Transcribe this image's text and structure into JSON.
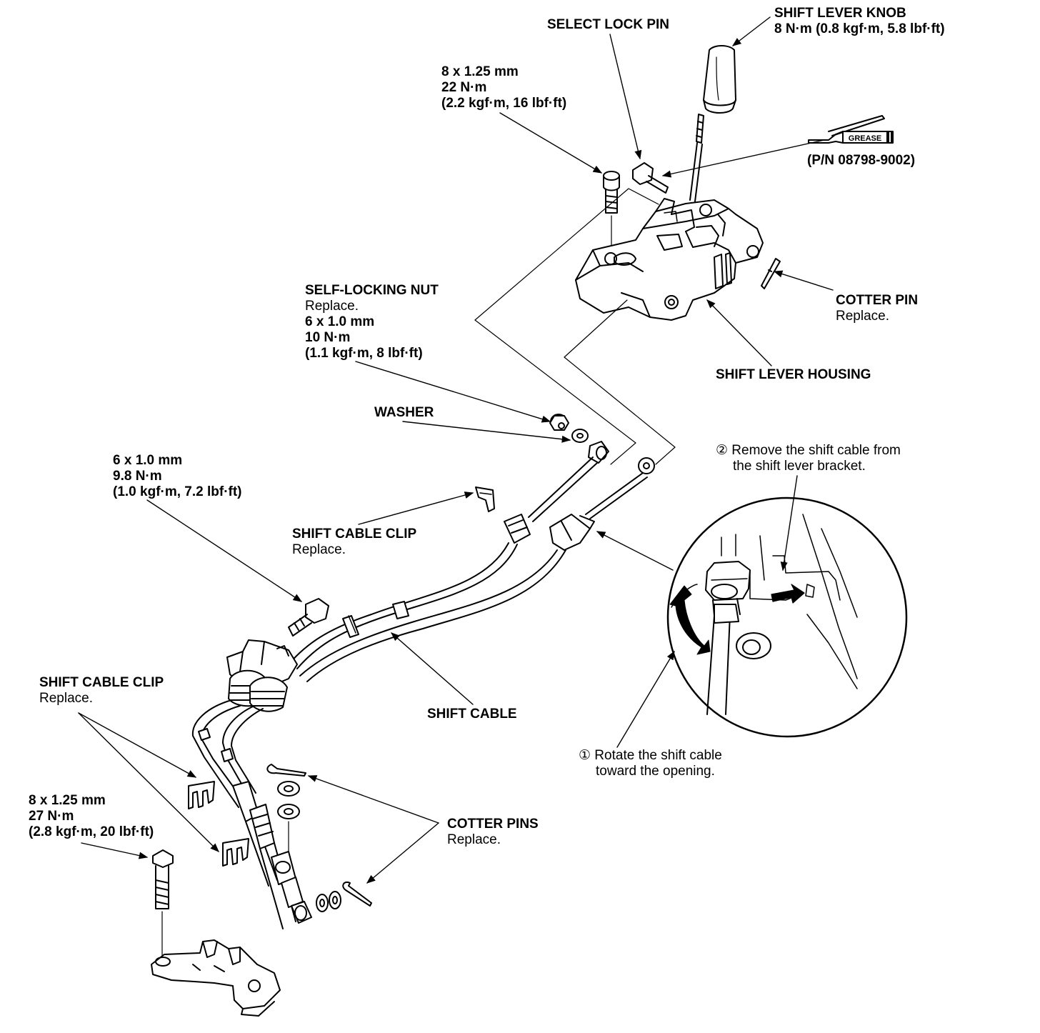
{
  "labels": {
    "shift_lever_knob": {
      "title": "SHIFT LEVER KNOB",
      "spec": "8 N·m (0.8 kgf·m, 5.8 lbf·ft)"
    },
    "select_lock_pin": {
      "title": "SELECT LOCK PIN"
    },
    "bolt_top": {
      "size": "8 x 1.25 mm",
      "torque": "22 N·m",
      "spec": "(2.2 kgf·m, 16 lbf·ft)"
    },
    "grease": {
      "tag": "GREASE",
      "part_number": "(P/N 08798-9002)"
    },
    "cotter_pin": {
      "title": "COTTER PIN",
      "note": "Replace."
    },
    "shift_lever_housing": {
      "title": "SHIFT LEVER HOUSING"
    },
    "self_locking_nut": {
      "title": "SELF-LOCKING NUT",
      "note": "Replace.",
      "size": "6 x 1.0 mm",
      "torque": "10 N·m",
      "spec": "(1.1 kgf·m, 8 lbf·ft)"
    },
    "washer": {
      "title": "WASHER"
    },
    "bolt_mid": {
      "size": "6 x 1.0 mm",
      "torque": "9.8 N·m",
      "spec": "(1.0 kgf·m, 7.2 lbf·ft)"
    },
    "shift_cable_clip_mid": {
      "title": "SHIFT CABLE CLIP",
      "note": "Replace."
    },
    "step_2": {
      "line1": "② Remove the shift cable from",
      "line2": "the shift lever bracket."
    },
    "shift_cable_clip_left": {
      "title": "SHIFT CABLE CLIP",
      "note": "Replace."
    },
    "shift_cable": {
      "title": "SHIFT CABLE"
    },
    "step_1": {
      "line1": "① Rotate the shift cable",
      "line2": "toward the opening."
    },
    "bolt_bottom": {
      "size": "8 x 1.25 mm",
      "torque": "27 N·m",
      "spec": "(2.8 kgf·m, 20 lbf·ft)"
    },
    "cotter_pins": {
      "title": "COTTER PINS",
      "note": "Replace."
    }
  }
}
